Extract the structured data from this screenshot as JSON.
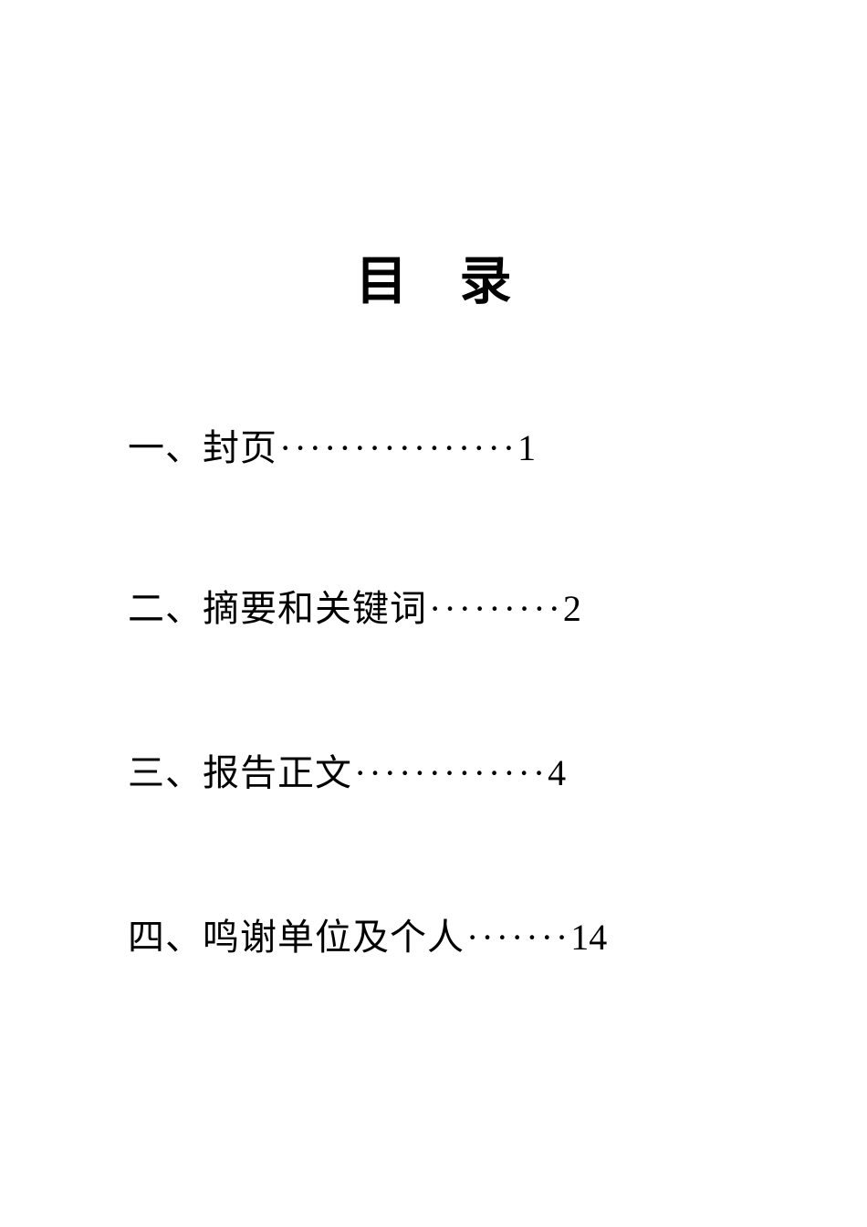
{
  "document": {
    "title": "目　录",
    "entries": [
      {
        "label": "一、封页",
        "leader": "················",
        "page_number": "1"
      },
      {
        "label": "二、摘要和关键词",
        "leader": "·········",
        "page_number": "2"
      },
      {
        "label": "三、报告正文",
        "leader": "·············",
        "page_number": "4"
      },
      {
        "label": "四、鸣谢单位及个人",
        "leader": "·······",
        "page_number": "14"
      }
    ]
  }
}
